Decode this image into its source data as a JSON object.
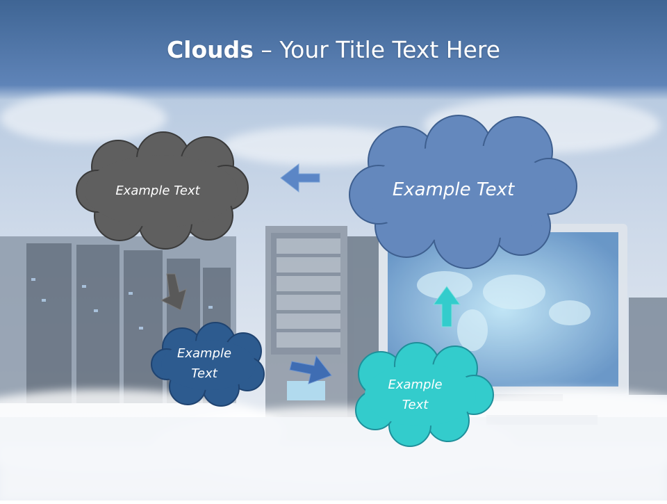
{
  "title": {
    "bold": "Clouds",
    "dash": " – ",
    "rest": "Your Title Text Here"
  },
  "clouds": [
    {
      "id": "dark-gray",
      "text": "Example Text",
      "color": "#5f5f5f"
    },
    {
      "id": "slate-blue",
      "text": "Example Text",
      "color": "#6488bd"
    },
    {
      "id": "navy",
      "line1": "Example",
      "line2": "Text",
      "color": "#2d5b8f"
    },
    {
      "id": "teal",
      "line1": "Example",
      "line2": "Text",
      "color": "#33cccc"
    }
  ],
  "colors": {
    "header_top": "#3e6291",
    "sky": "#c8d6e8",
    "arrow_blue": "#5b86c6",
    "arrow_gray": "#595959",
    "arrow_teal": "#33cccc"
  }
}
